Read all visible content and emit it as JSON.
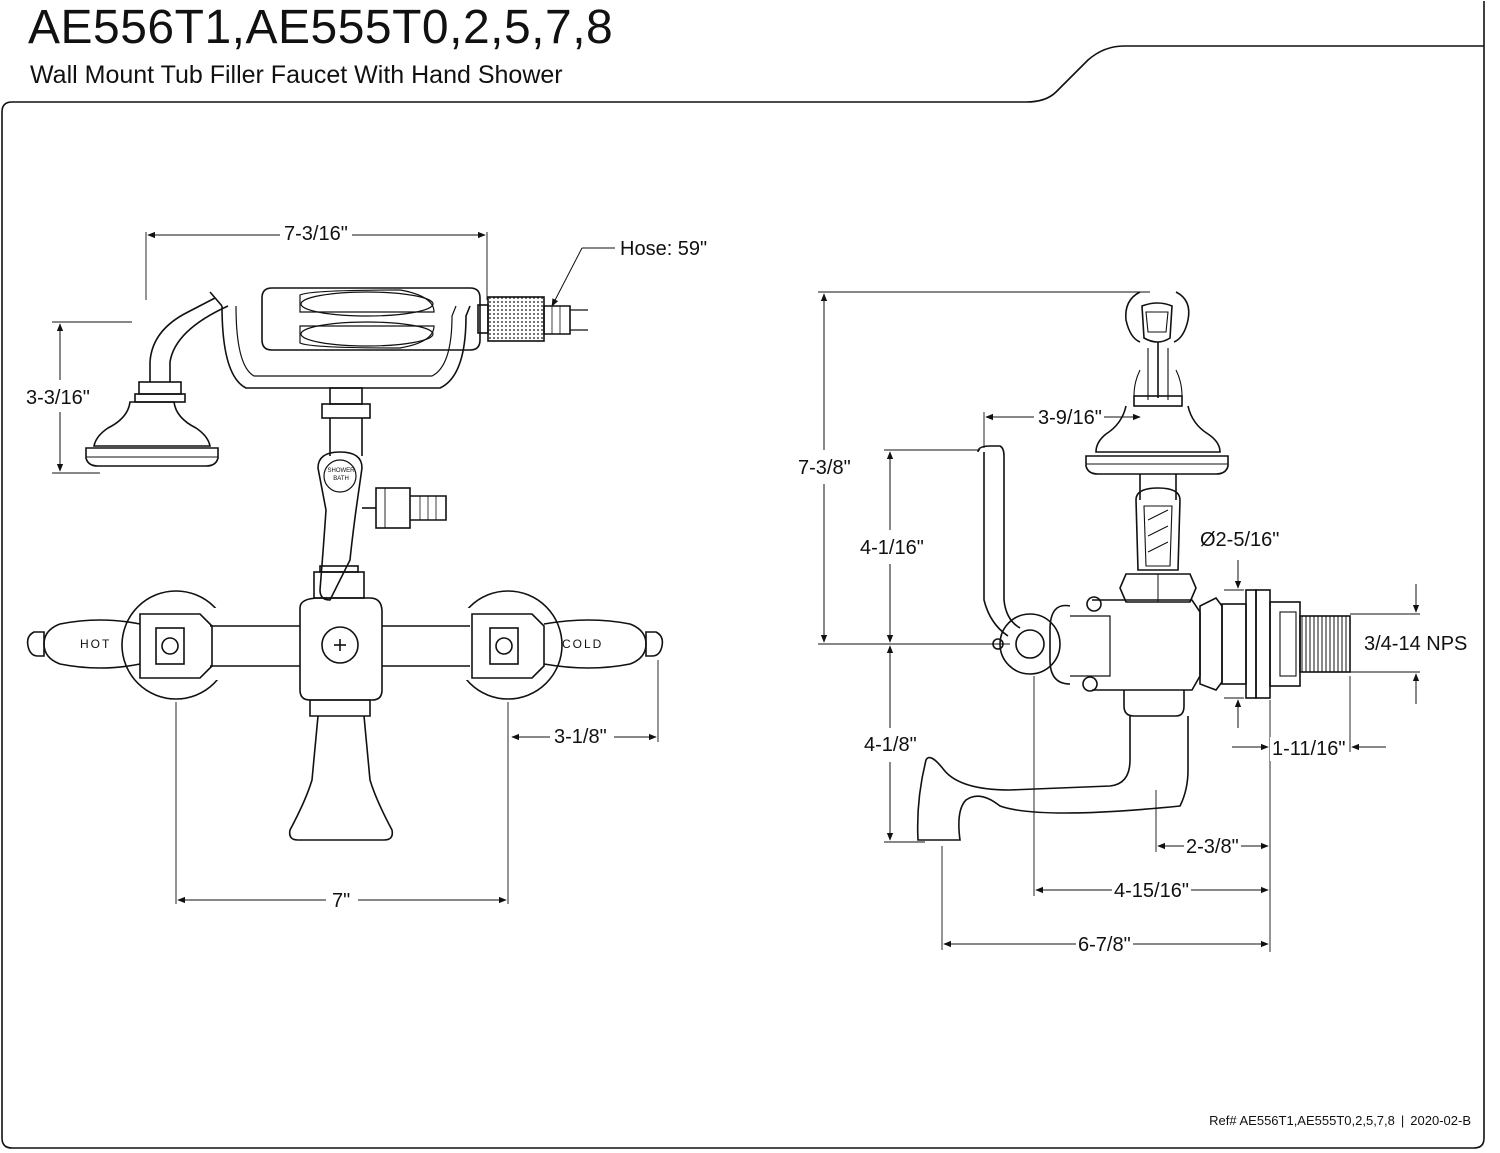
{
  "header": {
    "title": "AE556T1,AE555T0,2,5,7,8",
    "subtitle": "Wall Mount Tub Filler Faucet With Hand Shower"
  },
  "front_view": {
    "dims": {
      "width_top": "7-3/16\"",
      "hose": "Hose: 59\"",
      "handshower_height": "3-3/16\"",
      "handle_offset": "3-1/8\"",
      "centers": "7\""
    },
    "labels": {
      "hot": "HOT",
      "cold": "COLD",
      "diverter_top": "SHOWER",
      "diverter_bottom": "BATH"
    }
  },
  "side_view": {
    "dims": {
      "overall_height": "7-3/8\"",
      "cradle_projection": "3-9/16\"",
      "upper_height": "4-1/16\"",
      "lower_height": "4-1/8\"",
      "flange_diameter": "Ø2-5/16\"",
      "thread": "3/4-14 NPS",
      "flange_depth": "1-11/16\"",
      "spout_body": "2-3/8\"",
      "body_depth": "4-15/16\"",
      "spout_reach": "6-7/8\""
    }
  },
  "footer": {
    "ref": "Ref# AE556T1,AE555T0,2,5,7,8",
    "separator": "|",
    "revision": "2020-02-B"
  },
  "colors": {
    "line": "#111111",
    "background": "#ffffff"
  }
}
